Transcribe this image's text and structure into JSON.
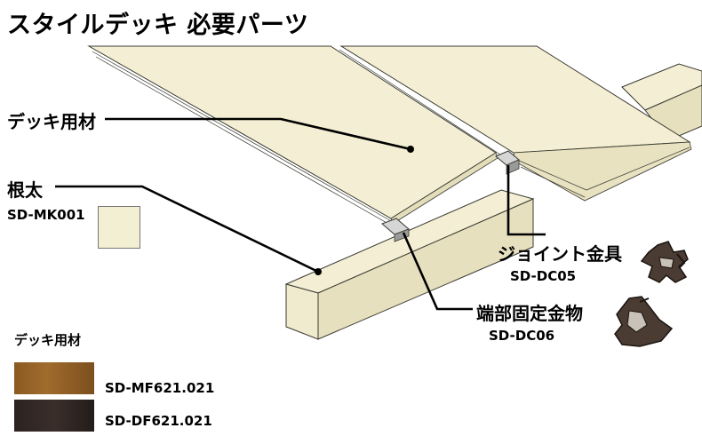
{
  "title": "スタイルデッキ 必要パーツ",
  "parts": {
    "deck_material": {
      "name": "デッキ用材"
    },
    "joist": {
      "name": "根太",
      "code": "SD-MK001",
      "color": "#f3efd3"
    },
    "joint_hardware": {
      "name": "ジョイント金具",
      "code": "SD-DC05"
    },
    "end_fixing_hardware": {
      "name": "端部固定金物",
      "code": "SD-DC06"
    }
  },
  "color_options": {
    "heading": "デッキ用材",
    "items": [
      {
        "code": "SD-MF621.021",
        "color": "#8a5a22"
      },
      {
        "code": "SD-DF621.021",
        "color": "#2c2220"
      }
    ]
  },
  "colors": {
    "board": "#f4efd4",
    "board_edge": "#e1dbb7",
    "outline": "#3a3a32"
  }
}
